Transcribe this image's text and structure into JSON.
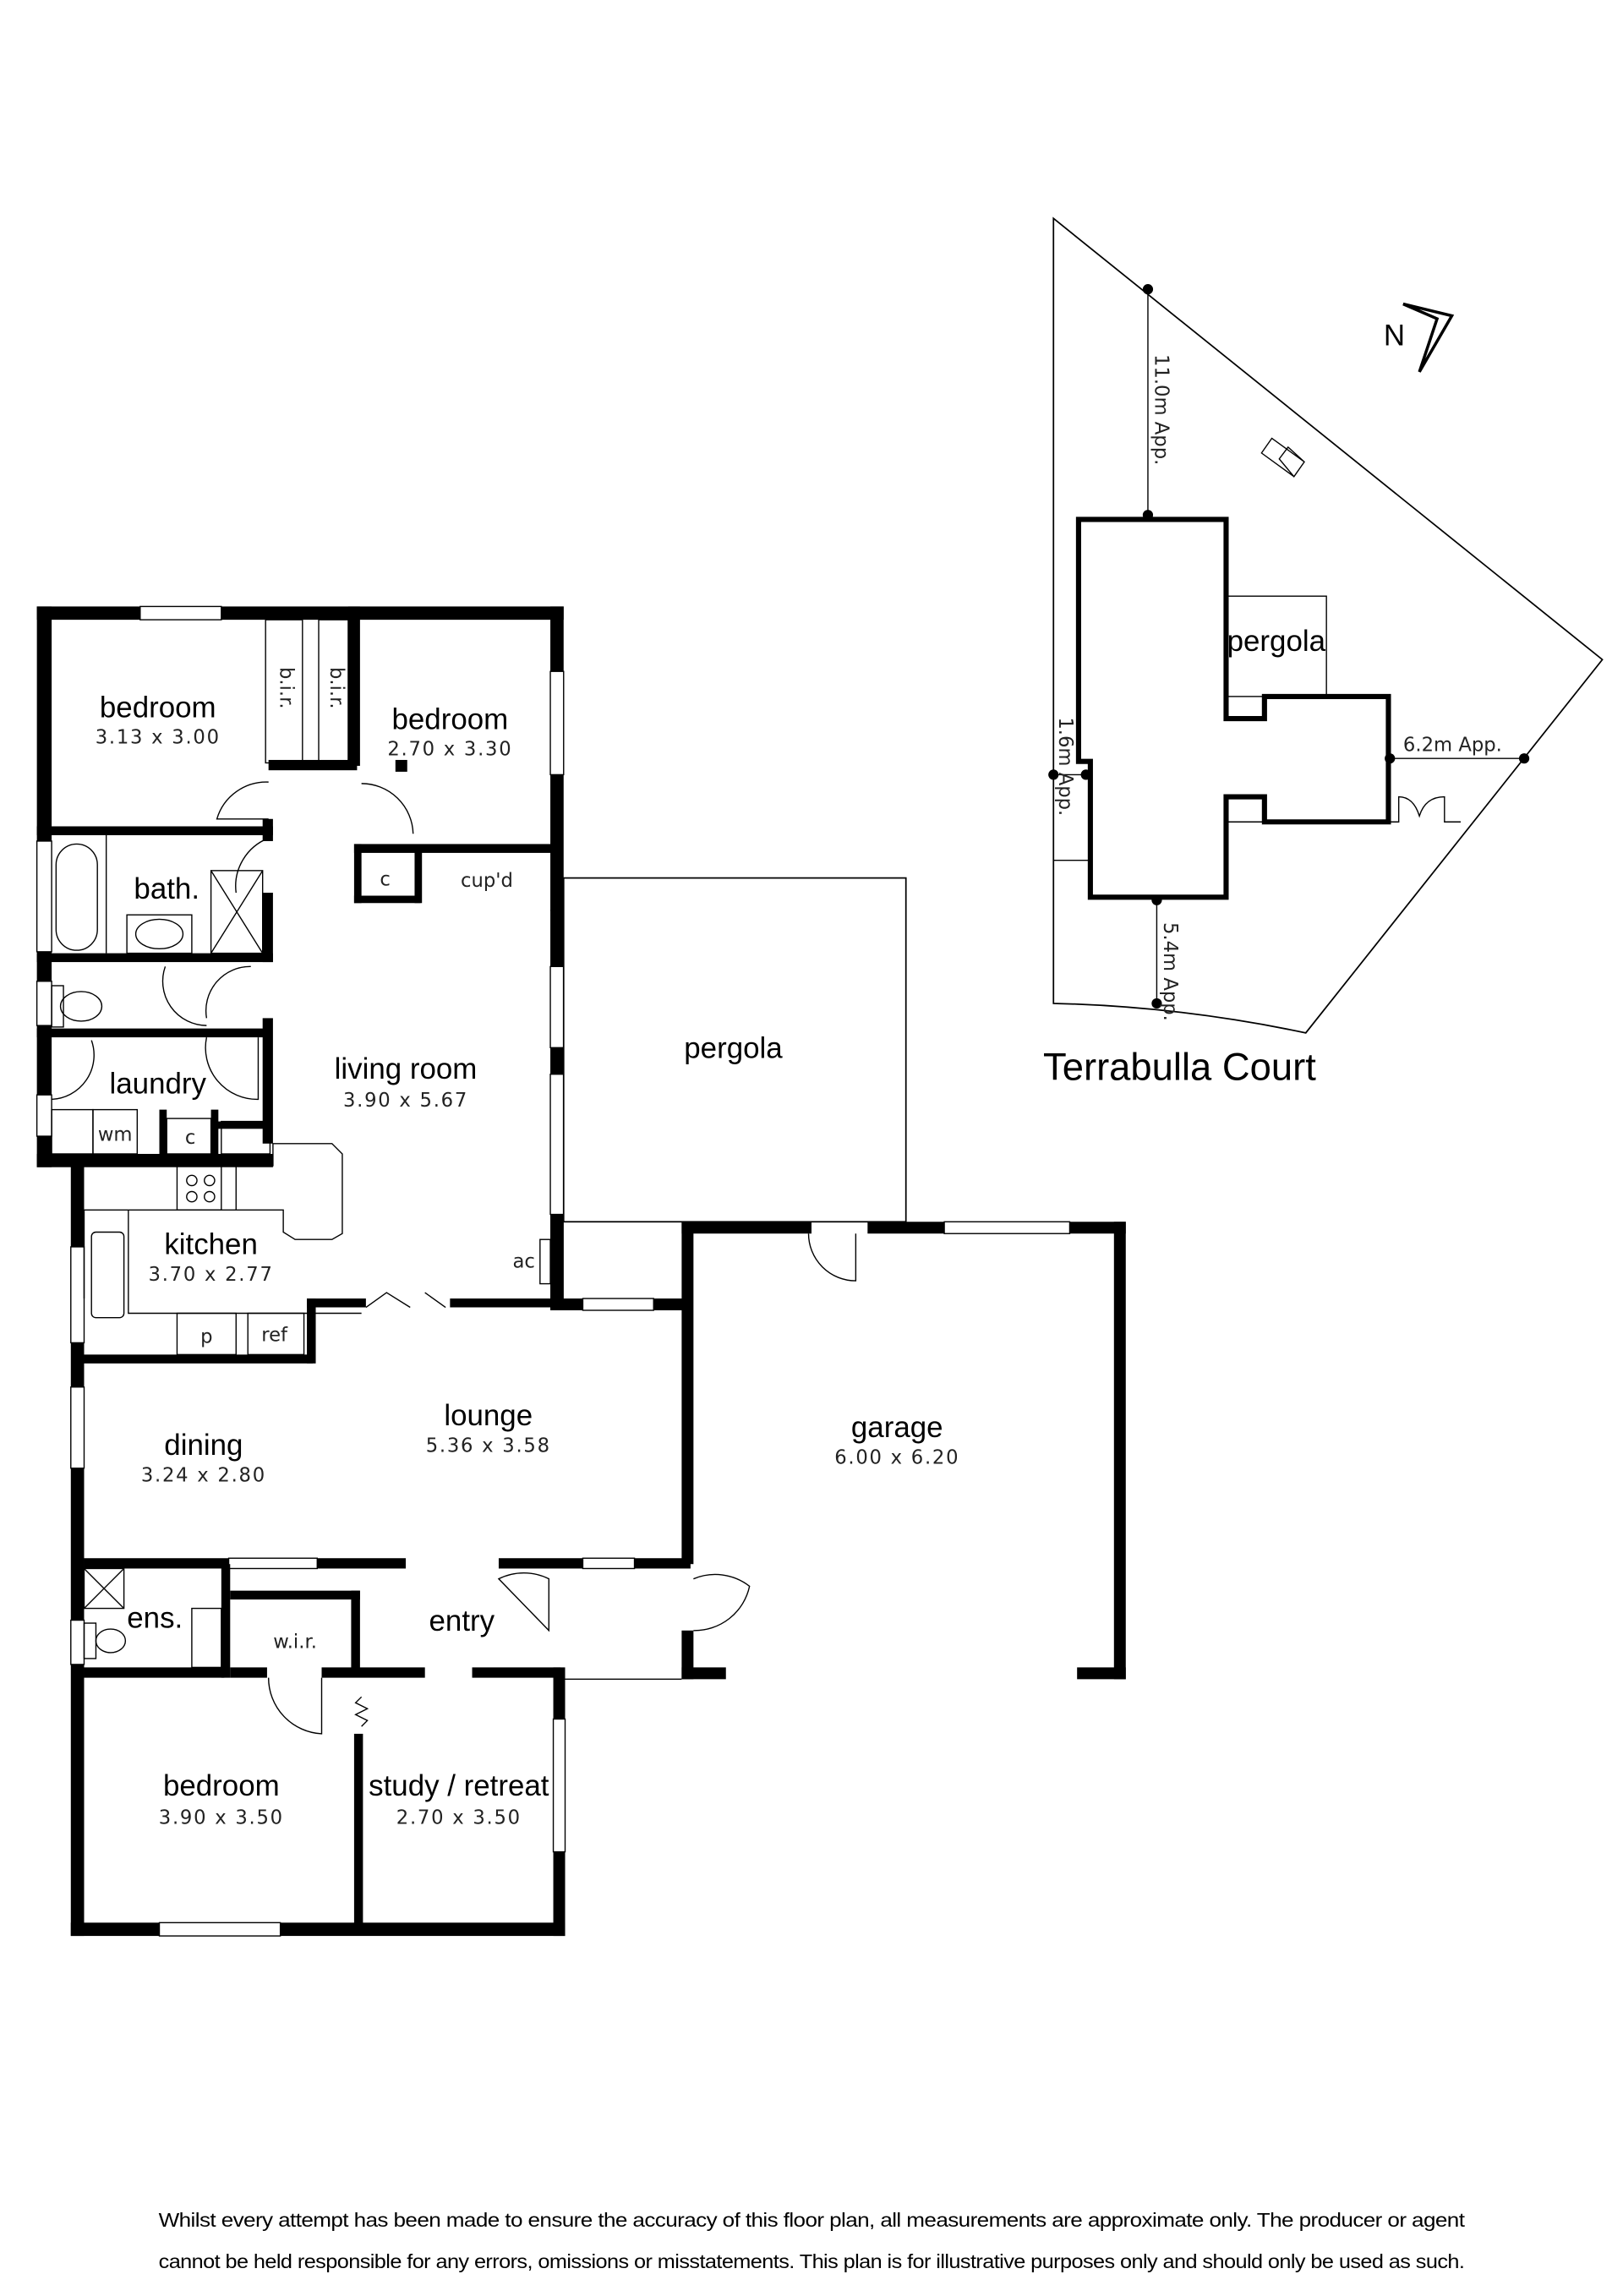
{
  "rooms": {
    "bedroom1": {
      "label": "bedroom",
      "dims": "3.13 x 3.00"
    },
    "bedroom2": {
      "label": "bedroom",
      "dims": "2.70 x 3.30"
    },
    "bir1": {
      "label": "b.i.r."
    },
    "bir2": {
      "label": "b.i.r."
    },
    "bath": {
      "label": "bath."
    },
    "cupboard_c1": {
      "label": "c"
    },
    "cupd": {
      "label": "cup'd"
    },
    "laundry": {
      "label": "laundry"
    },
    "wm": {
      "label": "wm"
    },
    "cupboard_c2": {
      "label": "c"
    },
    "living": {
      "label": "living room",
      "dims": "3.90 x 5.67"
    },
    "kitchen": {
      "label": "kitchen",
      "dims": "3.70 x 2.77"
    },
    "pantry": {
      "label": "p"
    },
    "ref": {
      "label": "ref"
    },
    "ac": {
      "label": "ac"
    },
    "pergola": {
      "label": "pergola"
    },
    "dining": {
      "label": "dining",
      "dims": "3.24 x 2.80"
    },
    "lounge": {
      "label": "lounge",
      "dims": "5.36 x 3.58"
    },
    "garage": {
      "label": "garage",
      "dims": "6.00 x 6.20"
    },
    "ens": {
      "label": "ens."
    },
    "wir": {
      "label": "w.i.r."
    },
    "entry": {
      "label": "entry"
    },
    "bedroom3": {
      "label": "bedroom",
      "dims": "3.90 x 3.50"
    },
    "study": {
      "label": "study / retreat",
      "dims": "2.70 x 3.50"
    }
  },
  "site_plan": {
    "north_label": "N",
    "pergola_label": "pergola",
    "setback_rear": "11.0m App.",
    "setback_side_left": "1.6m App.",
    "setback_front": "5.4m App.",
    "setback_side_right": "6.2m App.",
    "street_name": "Terrabulla Court"
  },
  "disclaimer": {
    "line1": "Whilst every attempt has been made to ensure the accuracy of this floor plan, all measurements are approximate only. The producer or agent",
    "line2": "cannot be held responsible for any errors, omissions or misstatements. This plan is for illustrative purposes only and should only be used as such."
  }
}
